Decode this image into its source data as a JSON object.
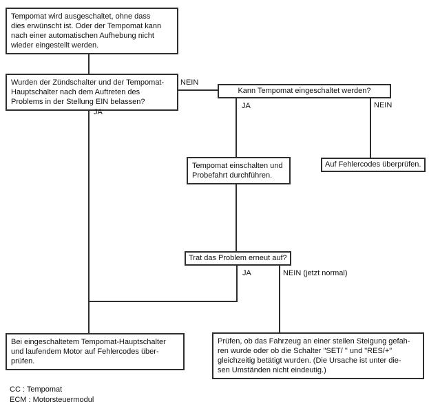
{
  "diagram": {
    "type": "flowchart",
    "topic": "Tempomat Fehlersuche",
    "colors": {
      "background": "#ffffff",
      "line": "#2e2e2e",
      "text": "#111111",
      "box_fill": "#ffffff"
    },
    "nodes": {
      "problem": {
        "lines": [
          "Tempomat wird ausgeschaltet, ohne dass",
          "dies erwünscht ist. Oder der Tempomat kann",
          "nach einer automatischen Aufhebung nicht",
          "wieder eingestellt werden."
        ]
      },
      "q_switches": {
        "lines": [
          "Wurden der Zündschalter und der Tempomat-",
          "Hauptschalter nach dem Auftreten des",
          "Problems in der Stellung EIN belassen?"
        ]
      },
      "q_engage": {
        "lines": [
          "Kann Tempomat eingeschaltet werden?"
        ]
      },
      "test_drive": {
        "lines": [
          "Tempomat einschalten und",
          "Probefahrt durchführen."
        ]
      },
      "check_codes": {
        "lines": [
          "Auf Fehlercodes überprüfen."
        ]
      },
      "q_recur": {
        "lines": [
          "Trat das Problem erneut auf?"
        ]
      },
      "check_codes_running": {
        "lines": [
          "Bei eingeschaltetem Tempomat-Hauptschalter",
          "und laufendem Motor auf Fehlercodes über-",
          "prüfen."
        ]
      },
      "check_hill": {
        "lines": [
          "Prüfen, ob das Fahrzeug an einer steilen Steigung gefah-",
          "ren wurde oder ob die Schalter \"SET/ \" und \"RES/+\"",
          "gleichzeitig betätigt wurden. (Die Ursache ist unter die-",
          "sen Umständen nicht eindeutig.)"
        ]
      }
    },
    "labels": {
      "q_switches_ja": "JA",
      "q_switches_nein": "NEIN",
      "q_engage_ja": "JA",
      "q_engage_nein": "NEIN",
      "q_recur_ja": "JA",
      "q_recur_nein": "NEIN (jetzt normal)"
    },
    "legend": {
      "cc": "CC : Tempomat",
      "ecm": "ECM : Motorsteuermodul"
    }
  }
}
